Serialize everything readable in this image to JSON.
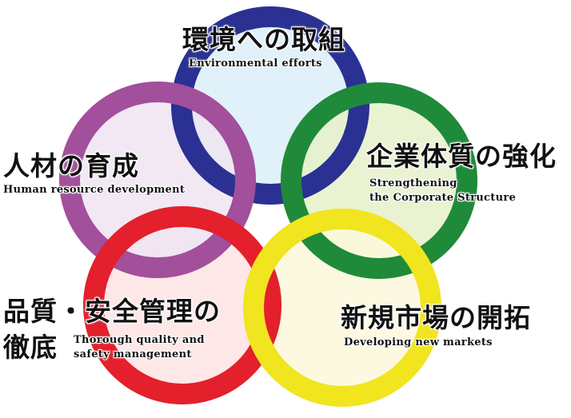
{
  "diagram": {
    "rings": [
      {
        "id": "environment",
        "color": "#2a3192",
        "fill": "#dbeef8"
      },
      {
        "id": "corporate",
        "color": "#1f8a3a",
        "fill": "#e5f1c9"
      },
      {
        "id": "markets",
        "color": "#f0e51e",
        "fill": "#fdf8dc"
      },
      {
        "id": "quality",
        "color": "#e3202c",
        "fill": "#fde3e3"
      },
      {
        "id": "human",
        "color": "#a24f9c",
        "fill": "#efe4f2"
      }
    ],
    "labels": {
      "environment": {
        "jp": "環境への取組",
        "en": "Environmental efforts"
      },
      "corporate": {
        "jp": "企業体質の強化",
        "en_line1": "Strengthening",
        "en_line2": "the Corporate Structure"
      },
      "human": {
        "jp": "人材の育成",
        "en": "Human resource development"
      },
      "quality": {
        "jp_line1": "品質・安全管理の",
        "jp_line2": "徹底",
        "en_line1": "Thorough quality and",
        "en_line2": "safety management"
      },
      "markets": {
        "jp": "新規市場の開拓",
        "en": "Developing new markets"
      }
    }
  }
}
